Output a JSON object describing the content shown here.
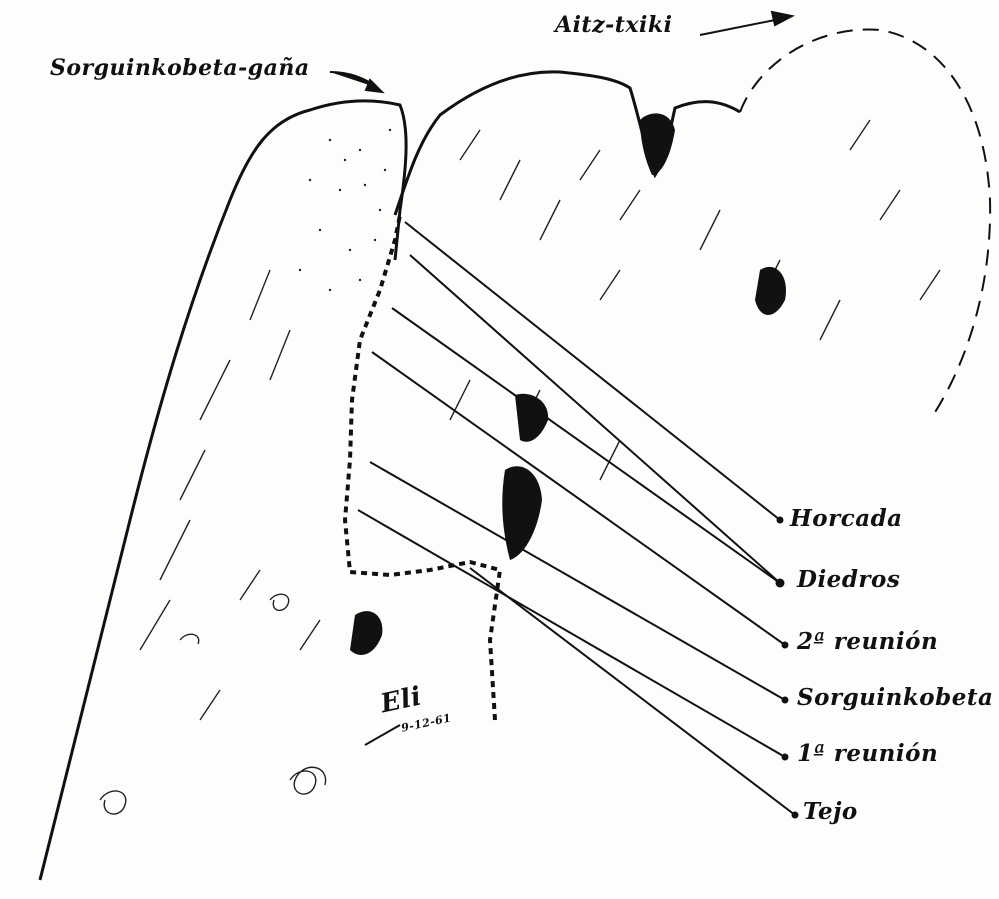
{
  "peaks": {
    "aitz_txiki": "Aitz-txiki",
    "sorguin_kobeta_gana": "Sorguinkobeta-gaña"
  },
  "route_points": [
    {
      "id": "horcada",
      "label": "Horcada"
    },
    {
      "id": "diedros",
      "label": "Diedros"
    },
    {
      "id": "reunion_2",
      "label": "2ª reunión"
    },
    {
      "id": "sorguinkobeta",
      "label": "Sorguinkobeta"
    },
    {
      "id": "reunion_1",
      "label": "1ª reunión"
    },
    {
      "id": "tejo",
      "label": "Tejo"
    }
  ],
  "signature": {
    "name": "Eli",
    "date": "9-12-61"
  },
  "colors": {
    "ink": "#111111",
    "paper": "#fdfdfb"
  }
}
